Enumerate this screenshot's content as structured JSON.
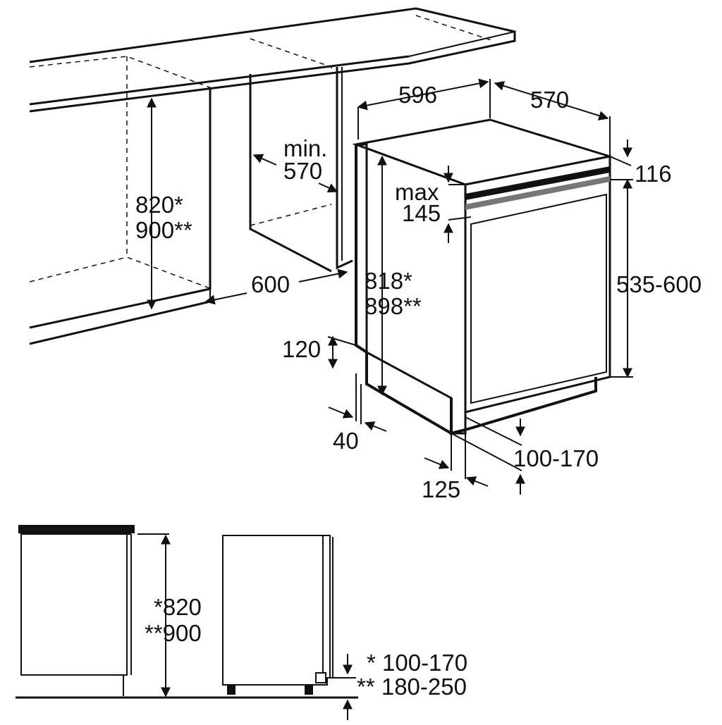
{
  "figure": {
    "top_view": {
      "dim_width": "596",
      "dim_depth": "570",
      "dim_min_label": "min.",
      "dim_min_value": "570",
      "dim_niche_h1": "820*",
      "dim_niche_h2": "900**",
      "dim_niche_width": "600",
      "dim_max_label": "max",
      "dim_max_value": "145",
      "dim_top_gap": "116",
      "dim_appliance_h1": "818*",
      "dim_appliance_h2": "898**",
      "dim_door_panel": "535-600",
      "dim_plinth_h": "120",
      "dim_plinth_d": "40",
      "dim_kick_range": "100-170",
      "dim_kick_depth": "125"
    },
    "side_view": {
      "dim_h1": "*820",
      "dim_h2": "**900",
      "dim_foot1": "* 100-170",
      "dim_foot2": "** 180-250"
    }
  }
}
